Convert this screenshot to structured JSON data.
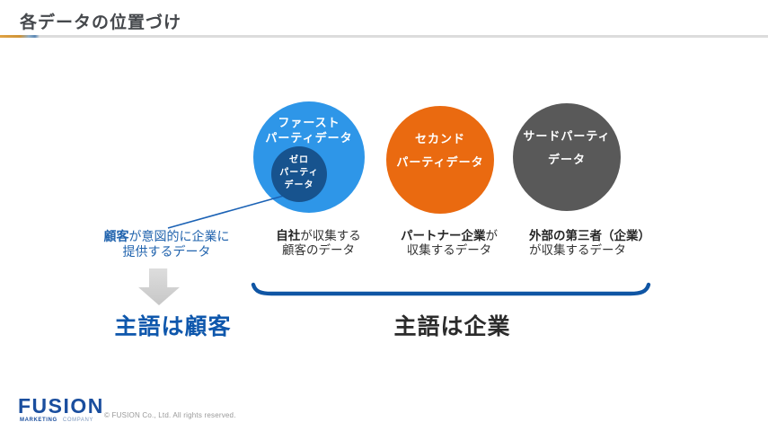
{
  "header": {
    "title": "各データの位置づけ"
  },
  "colors": {
    "first_party_blue": "#2e96e8",
    "zero_party_navy": "#17538e",
    "second_party_orange": "#ea6a10",
    "third_party_gray": "#595959",
    "accent_blue": "#0e57ac",
    "bracket_blue": "#0f55a4",
    "arrow_gray": "#cccccc"
  },
  "circles": {
    "first": {
      "lines": [
        "ファースト",
        "パーティデータ"
      ]
    },
    "zero": {
      "lines": [
        "ゼロ",
        "パーティ",
        "データ"
      ]
    },
    "second": {
      "lines": [
        "セカンド",
        "パーティデータ"
      ]
    },
    "third": {
      "lines": [
        "サードパーティ",
        "データ"
      ]
    }
  },
  "descriptions": [
    {
      "bold": "自社",
      "tail": "が収集する",
      "line2": "顧客のデータ"
    },
    {
      "bold": "パートナー企業",
      "tail": "が",
      "line2": "収集するデータ"
    },
    {
      "bold": "外部の第三者（企業）",
      "tail": "",
      "line2": "が収集するデータ"
    }
  ],
  "zero_party_note": {
    "bold": "顧客",
    "tail": "が意図的に企業に",
    "line2": "提供するデータ"
  },
  "conclusion_left": "主語は顧客",
  "conclusion_right": "主語は企業",
  "footer": {
    "logo": "FUSION",
    "logo_sub_left": "MARKETING",
    "logo_sub_right": "COMPANY",
    "copyright": "© FUSION Co., Ltd. All rights reserved."
  }
}
